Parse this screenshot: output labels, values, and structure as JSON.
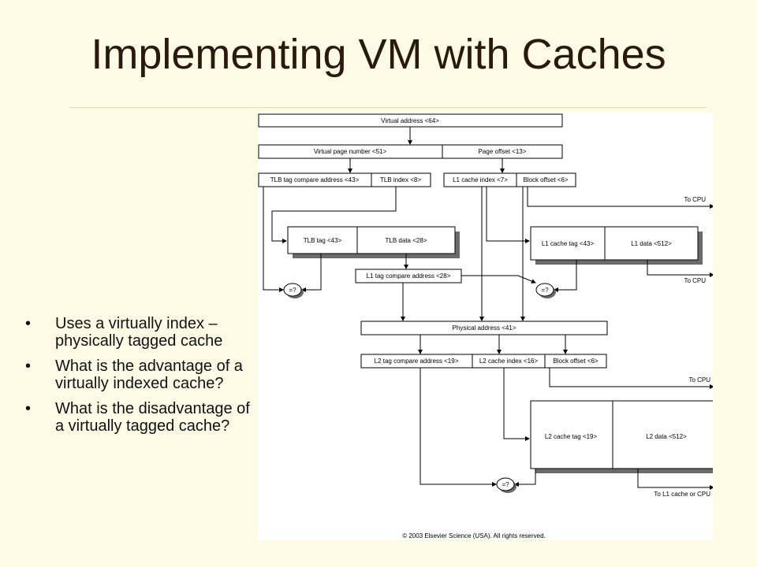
{
  "slide": {
    "title": "Implementing VM with Caches",
    "bullets": [
      "Uses a virtually index – physically tagged cache",
      "What is the advantage of a virtually indexed cache?",
      "What is the disadvantage of a virtually tagged cache?"
    ]
  },
  "diagram": {
    "virtual_address": "Virtual address <64>",
    "virtual_page_number": "Virtual page number <51>",
    "page_offset": "Page offset <13>",
    "tlb_tag_compare": "TLB tag compare address <43>",
    "tlb_index": "TLB index <8>",
    "l1_cache_index": "L1 cache index <7>",
    "l1_block_offset": "Block offset <6>",
    "to_cpu_1": "To CPU",
    "tlb_tag": "TLB tag <43>",
    "tlb_data": "TLB data <28>",
    "l1_cache_tag": "L1 cache tag <43>",
    "l1_data": "L1 data <512>",
    "to_cpu_2": "To CPU",
    "l1_tag_compare": "L1 tag compare address <28>",
    "compare_1": "=?",
    "compare_2": "=?",
    "physical_address": "Physical address <41>",
    "l2_tag_compare": "L2 tag compare address <19>",
    "l2_cache_index": "L2 cache index <16>",
    "l2_block_offset": "Block offset <6>",
    "to_cpu_3": "To CPU",
    "l2_cache_tag": "L2 cache tag <19>",
    "l2_data": "L2 data <512>",
    "compare_3": "=?",
    "to_l1_or_cpu": "To L1 cache or CPU",
    "copyright": "© 2003 Elsevier Science (USA). All rights reserved."
  }
}
